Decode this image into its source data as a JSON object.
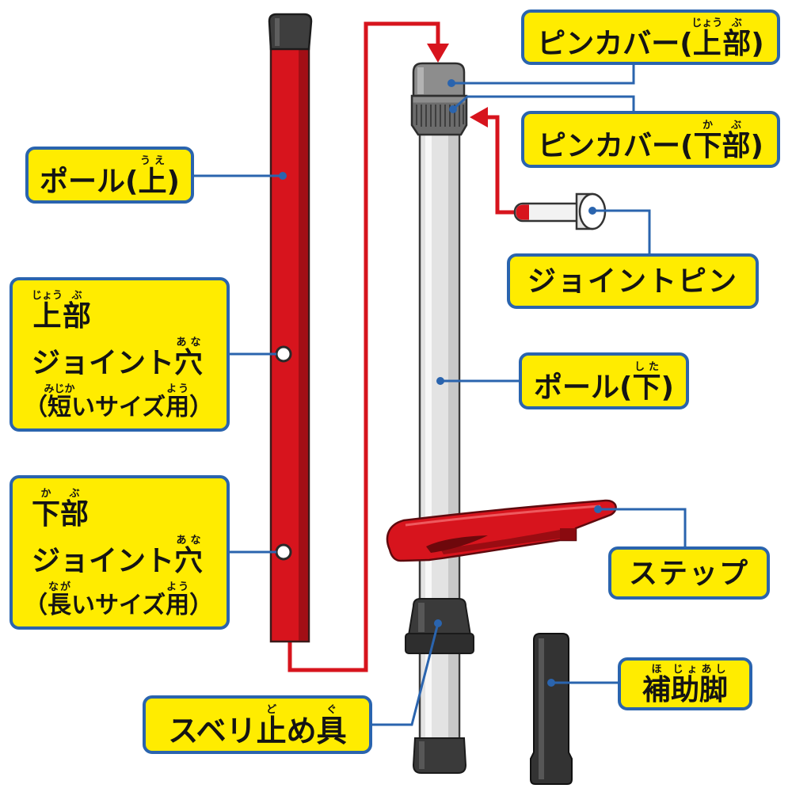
{
  "colors": {
    "label_fill": "#FFEC00",
    "label_border": "#2A64AE",
    "leader_line": "#2A64AE",
    "arrow": "#D7141D",
    "pole_upper": "#D7141D",
    "step": "#D7141D"
  },
  "labels": {
    "pin_cover_upper": [
      {
        "text": "ピンカバー("
      },
      {
        "text": "上",
        "ruby": "じょう"
      },
      {
        "text": "部",
        "ruby": "ぶ"
      },
      {
        "text": ")"
      }
    ],
    "pin_cover_lower": [
      {
        "text": "ピンカバー("
      },
      {
        "text": "下",
        "ruby": "か"
      },
      {
        "text": "部",
        "ruby": "ぶ"
      },
      {
        "text": ")"
      }
    ],
    "pole_upper": [
      {
        "text": "ポール("
      },
      {
        "text": "上",
        "ruby": "うえ"
      },
      {
        "text": ")"
      }
    ],
    "joint_pin": [
      {
        "text": "ジョイントピン"
      }
    ],
    "upper_joint_hole": [
      [
        {
          "text": "上",
          "ruby": "じょう"
        },
        {
          "text": "部",
          "ruby": "ぶ"
        }
      ],
      [
        {
          "text": "ジョイント"
        },
        {
          "text": "穴",
          "ruby": "あな"
        }
      ],
      [
        {
          "text": "（"
        },
        {
          "text": "短",
          "ruby": "みじか"
        },
        {
          "text": "いサイズ"
        },
        {
          "text": "用",
          "ruby": "よう"
        },
        {
          "text": "）"
        }
      ]
    ],
    "pole_lower": [
      {
        "text": "ポール("
      },
      {
        "text": "下",
        "ruby": "した"
      },
      {
        "text": ")"
      }
    ],
    "lower_joint_hole": [
      [
        {
          "text": "下",
          "ruby": "か"
        },
        {
          "text": "部",
          "ruby": "ぶ"
        }
      ],
      [
        {
          "text": "ジョイント"
        },
        {
          "text": "穴",
          "ruby": "あな"
        }
      ],
      [
        {
          "text": "（"
        },
        {
          "text": "長",
          "ruby": "なが"
        },
        {
          "text": "いサイズ"
        },
        {
          "text": "用",
          "ruby": "よう"
        },
        {
          "text": "）"
        }
      ]
    ],
    "step": [
      {
        "text": "ステップ"
      }
    ],
    "auxiliary_leg": [
      {
        "text": "補",
        "ruby": "ほ"
      },
      {
        "text": "助",
        "ruby": "じょ"
      },
      {
        "text": "脚",
        "ruby": "あし"
      }
    ],
    "anti_slip": [
      {
        "text": "スベリ"
      },
      {
        "text": "止",
        "ruby": "ど"
      },
      {
        "text": "め"
      },
      {
        "text": "具",
        "ruby": "ぐ"
      }
    ]
  }
}
